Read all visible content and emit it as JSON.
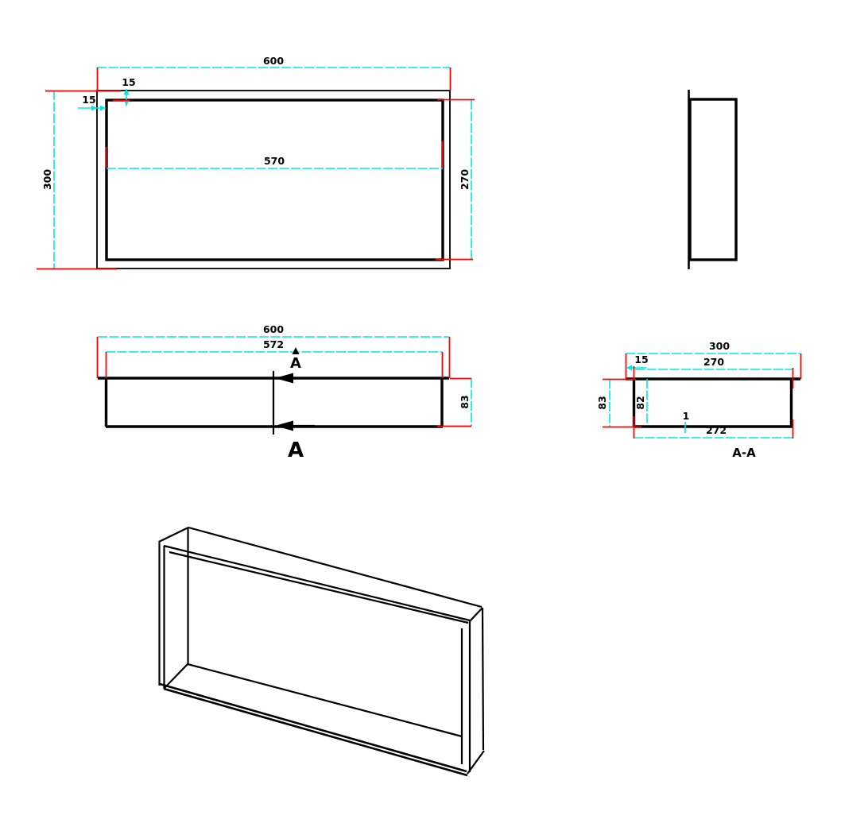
{
  "colors": {
    "ink": "#000000",
    "dim": "#00e6e6",
    "ext": "#fe0000",
    "bg": "#ffffff"
  },
  "views": {
    "front": {
      "width_outer": "600",
      "height_outer": "300",
      "width_inner": "570",
      "height_inner": "270",
      "offset_top": "15",
      "offset_left": "15"
    },
    "top": {
      "width_outer": "600",
      "width_inner": "572",
      "depth": "83",
      "section_mark_top": "A",
      "section_mark_bottom": "A"
    },
    "section": {
      "title": "A-A",
      "width_outer": "300",
      "flange": "15",
      "width_opening": "270",
      "height_outer": "83",
      "height_inner": "82",
      "wall": "1",
      "width_inner": "272"
    }
  }
}
